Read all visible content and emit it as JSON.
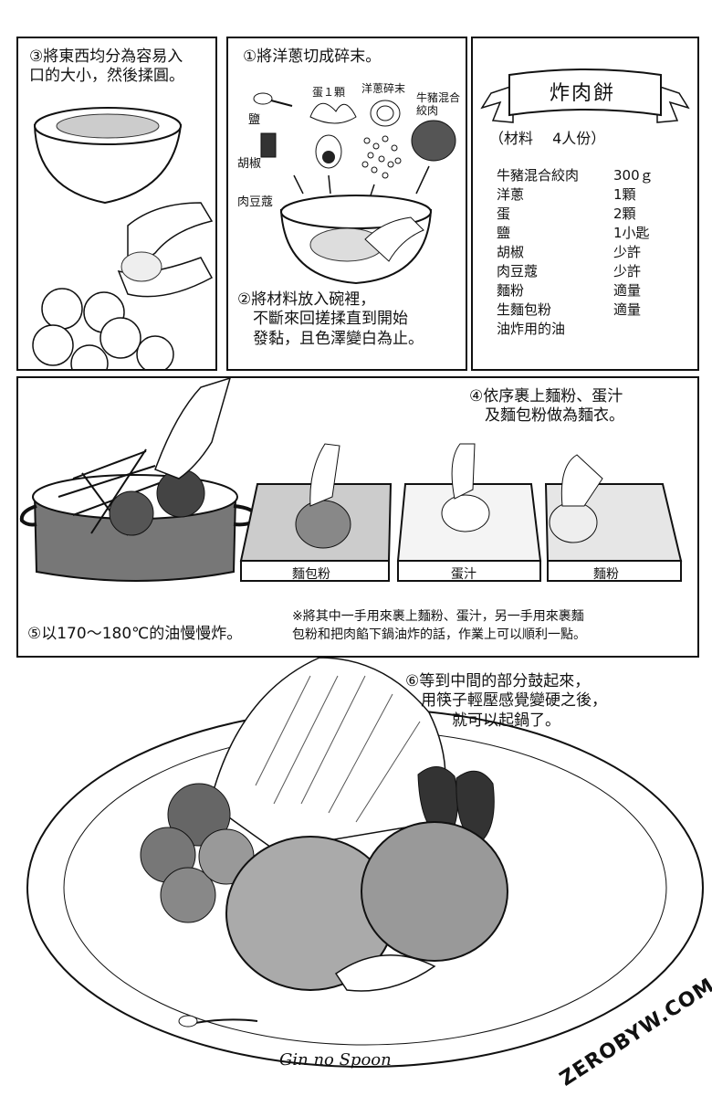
{
  "title": "炸肉餅",
  "materials": "（材料　 4人份）",
  "ingredients": [
    {
      "name": "牛豬混合絞肉",
      "amount": "300ｇ"
    },
    {
      "name": "洋蔥",
      "amount": "1顆"
    },
    {
      "name": "蛋",
      "amount": "2顆"
    },
    {
      "name": "鹽",
      "amount": "1小匙"
    },
    {
      "name": "胡椒",
      "amount": "少許"
    },
    {
      "name": "肉豆蔻",
      "amount": "少許"
    },
    {
      "name": "麵粉",
      "amount": "適量"
    },
    {
      "name": "生麵包粉",
      "amount": "適量"
    },
    {
      "name": "油炸用的油",
      "amount": ""
    }
  ],
  "steps": {
    "s1": "①將洋蔥切成碎末。",
    "s2": "②將材料放入碗裡，\n　不斷來回搓揉直到開始\n　發黏，且色澤變白為止。",
    "s3": "③將東西均分為容易入\n口的大小，然後揉圓。",
    "s4": "④依序裹上麵粉、蛋汁\n　及麵包粉做為麵衣。",
    "s5": "⑤以170～180℃的油慢慢炸。",
    "s6": "⑥等到中間的部分鼓起來，\n　用筷子輕壓感覺變硬之後，\n　　　就可以起鍋了。"
  },
  "note": "※將其中一手用來裹上麵粉、蛋汁，另一手用來裹麵\n包粉和把肉餡下鍋油炸的話，作業上可以順利一點。",
  "labels": {
    "egg": "蛋１顆",
    "onion": "洋蔥碎末",
    "meat": "牛豬混合\n絞肉",
    "salt": "鹽",
    "pepper": "胡椒",
    "nutmeg": "肉豆蔻",
    "tray1": "麵包粉",
    "tray2": "蛋汁",
    "tray3": "麵粉"
  },
  "plate_text": "Gin no Spoon",
  "watermark": "ZEROBYW.COM"
}
